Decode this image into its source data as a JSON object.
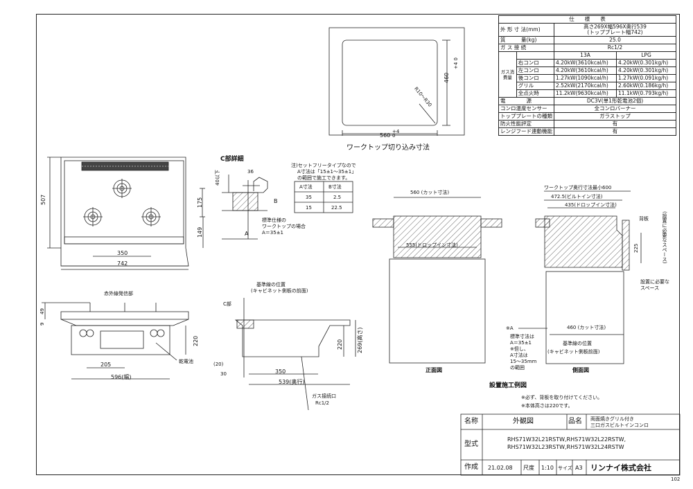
{
  "spec_table": {
    "header": "仕　　様　　表",
    "rows": [
      {
        "label": "外 形 寸 法(mm)",
        "value": "高さ269X幅596X奥行539",
        "value2": "(トッププレート幅742)"
      },
      {
        "label": "質　　　量(kg)",
        "value": "25.0"
      },
      {
        "label": "ガ ス 接 続",
        "value": "Rc1/2"
      }
    ],
    "gas_group_label": "ガス消費量",
    "col_13a": "13A",
    "col_lpg": "LPG",
    "consumption": [
      {
        "label": "右コンロ",
        "v13a": "4.20kW(3610kcal/h)",
        "vlpg": "4.20kW(0.301kg/h)"
      },
      {
        "label": "左コンロ",
        "v13a": "4.20kW(3610kcal/h)",
        "vlpg": "4.20kW(0.301kg/h)"
      },
      {
        "label": "後コンロ",
        "v13a": "1.27kW(1090kcal/h)",
        "vlpg": "1.27kW(0.091kg/h)"
      },
      {
        "label": "グリル",
        "v13a": "2.52kW(2170kcal/h)",
        "vlpg": "2.60kW(0.186kg/h)"
      },
      {
        "label": "全点火時",
        "v13a": "11.2kW(9630kcal/h)",
        "vlpg": "11.1kW(0.793kg/h)"
      }
    ],
    "rows2": [
      {
        "label": "電　　　　源",
        "value": "DC3V(単1形乾電池2個)"
      },
      {
        "label": "コンロ温度センサー",
        "value": "全コンロバーナー"
      },
      {
        "label": "トッププレートの種類",
        "value": "ガラストップ"
      },
      {
        "label": "防火性能評定",
        "value": "有"
      },
      {
        "label": "レンジフード連動機能",
        "value": "有"
      }
    ]
  },
  "cutout": {
    "title": "ワークトップ切り込み寸法",
    "width": "560",
    "width_tol": "+4",
    "width_tol2": "0",
    "depth": "460",
    "depth_tol": "+4",
    "depth_tol2": "0",
    "radius": "R10～R30"
  },
  "top_view": {
    "dim_507": "507",
    "dim_175": "175",
    "dim_149": "149",
    "dim_350": "350",
    "dim_742": "742"
  },
  "c_detail": {
    "title": "C部詳細",
    "dim_36": "36",
    "dim_40": "40以下",
    "label_a": "A",
    "label_b": "B",
    "std_note1": "標準仕様の",
    "std_note2": "ワークトップの場合",
    "std_note3": "A＝35±1"
  },
  "note_table": {
    "note1": "注)セットフリータイプなので",
    "note2": "A寸法は「15±1～35±1」",
    "note3": "の範囲で施工できます。",
    "col_a": "A寸法",
    "col_b": "B寸法",
    "rows": [
      [
        "35",
        "2.5"
      ],
      [
        "15",
        "22.5"
      ]
    ]
  },
  "front_view": {
    "sensor_label": "赤外線発信部",
    "dim_49": "49",
    "dim_9": "9",
    "dim_220": "220",
    "dim_205": "205",
    "dim_596": "596(幅)",
    "battery_label": "乾電池"
  },
  "side_view": {
    "ref1": "基準線の位置",
    "ref2": "(キャビネット側板の前面)",
    "c_part": "C部",
    "dim_20": "(20)",
    "dim_30": "30",
    "dim_350": "350",
    "dim_539": "539(奥行)",
    "dim_220": "220",
    "dim_269": "269(高さ)",
    "gas_conn1": "ガス接続口",
    "gas_conn2": "Rc1/2"
  },
  "install_front": {
    "dim_cut": "560",
    "cut_label": "(カット寸法)",
    "dim_dropin": "555(ドロップイン寸法)",
    "caption": "正面図"
  },
  "install_side": {
    "dim_600": "ワークトップ奥行寸法最小600",
    "dim_4725": "472.5(ビルトイン寸法)",
    "dim_435": "435(ドロップイン寸法)",
    "back_board": "背板",
    "dim_225": "225",
    "space_v": "(設置に必要なスペース)",
    "space1": "設置に必要な",
    "space2": "スペース",
    "star_a": "※A",
    "std_dim1": "標準寸法は",
    "std_dim2": "A＝35±1",
    "std_dim3": "※但し、",
    "std_dim4": "A寸法は",
    "std_dim5": "15～35mm",
    "std_dim6": "の範囲",
    "dim_460": "460",
    "cut_label": "(カット寸法)",
    "ref1": "基準線の位置",
    "ref2": "(キャビネット側板前面)",
    "caption": "側面図"
  },
  "install_example": {
    "title": "設置施工例図",
    "note1": "※必ず、背板を取り付けてください。",
    "note2": "※本体高さは220です。"
  },
  "title_block": {
    "name_label": "名称",
    "name_value": "外観図",
    "product_label": "品名",
    "product_line1": "両面焼きグリル付き",
    "product_line2": "三口ガスビルトインコンロ",
    "model_label": "型式",
    "models_line1": "RHS71W32L21RSTW,RHS71W32L22RSTW,",
    "models_line2": "RHS71W32L23RSTW,RHS71W32L24RSTW",
    "date_label": "作成",
    "date_value": "21.02.08",
    "scale_label": "尺度",
    "scale_value": "1:10",
    "size_label": "サイズ",
    "size_value": "A3",
    "company": "リンナイ株式会社",
    "page": "102"
  }
}
